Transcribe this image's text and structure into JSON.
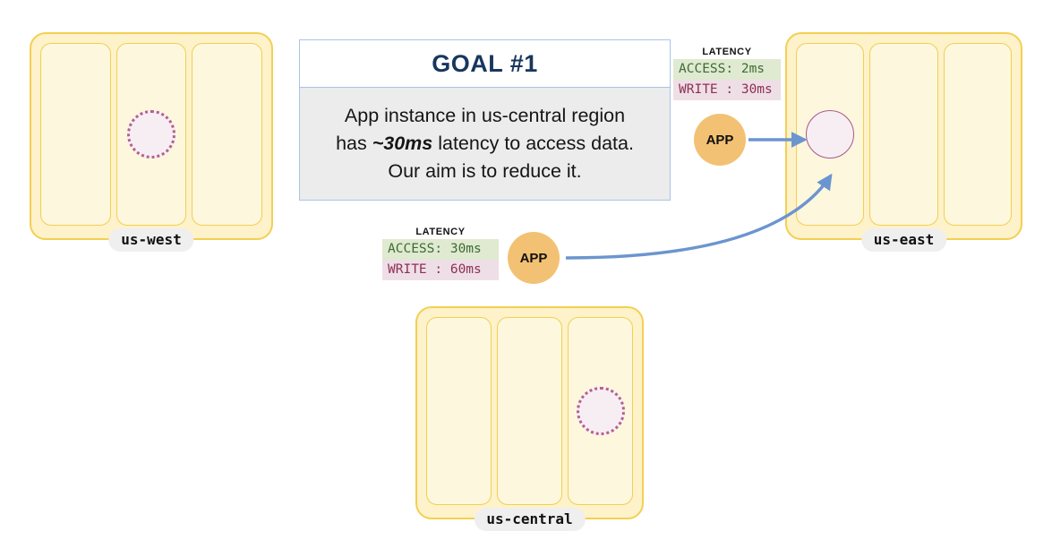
{
  "goal_card": {
    "title": "GOAL  #1",
    "line1": "App instance in us-central region",
    "line2_pre": "has ",
    "line2_em": "~30ms",
    "line2_post": " latency to access data.",
    "line3": "Our aim is to reduce it.",
    "border_color": "#a7c4e6",
    "body_bg": "#ececec",
    "title_color": "#18365e"
  },
  "regions": [
    {
      "name": "us-west",
      "label": "us-west",
      "cells": 3,
      "db_cell_index": 1,
      "db_style": "dotted"
    },
    {
      "name": "us-east",
      "label": "us-east",
      "cells": 3,
      "db_cell_index": 0,
      "db_style": "solid"
    },
    {
      "name": "us-central",
      "label": "us-central",
      "cells": 3,
      "db_cell_index": 2,
      "db_style": "dotted"
    }
  ],
  "apps": [
    {
      "id": "app-east",
      "label": "APP"
    },
    {
      "id": "app-central",
      "label": "APP"
    }
  ],
  "latency_tables": [
    {
      "id": "latency-us-east",
      "title": "LATENCY",
      "access_label": "ACCESS:",
      "access_value": "2ms",
      "write_label": "WRITE :",
      "write_value": "30ms",
      "access_row": "ACCESS: 2ms",
      "write_row": "WRITE : 30ms",
      "access_bg": "#dfead0",
      "write_bg": "#eedfe6"
    },
    {
      "id": "latency-us-central",
      "title": "LATENCY",
      "access_label": "ACCESS:",
      "access_value": "30ms",
      "write_label": "WRITE :",
      "write_value": "60ms",
      "access_row": "ACCESS: 30ms",
      "write_row": "WRITE : 60ms",
      "access_bg": "#dfead0",
      "write_bg": "#eedfe6"
    }
  ],
  "connections": [
    {
      "id": "arrow-app-east-to-db",
      "from": "app-east",
      "to": "db-us-east",
      "kind": "straight"
    },
    {
      "id": "arrow-app-central-to-db",
      "from": "app-central",
      "to": "db-us-east",
      "kind": "curved"
    }
  ],
  "colors": {
    "region_fill": "#fdf2c9",
    "region_border": "#f3cf53",
    "cell_fill": "#fdf7dd",
    "app_fill": "#f3c173",
    "db_fill": "#f7eef4",
    "db_border": "#a8578a",
    "arrow": "#6b95cf",
    "label_pill": "#efefef"
  }
}
